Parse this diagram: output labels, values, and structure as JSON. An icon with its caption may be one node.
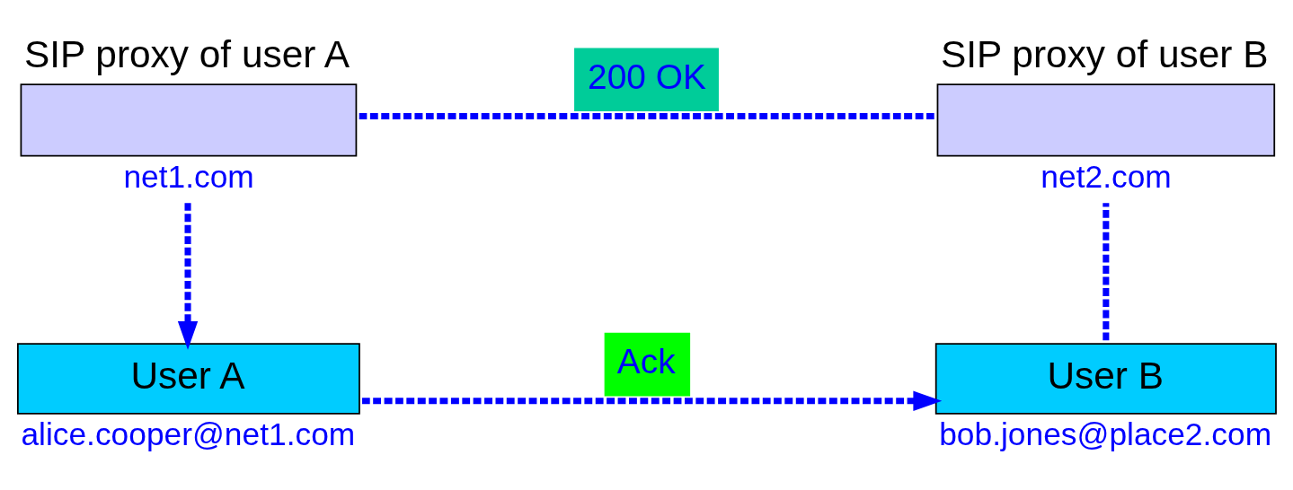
{
  "diagram": {
    "nodes": [
      {
        "text": [
          "SIP proxy of user A"
        ],
        "beside": [
          "net1.com"
        ]
      },
      {
        "text": [
          "SIP proxy of user B"
        ],
        "beside": [
          "net2.com"
        ]
      },
      {
        "text": [
          "User A"
        ],
        "beside": [
          "alice.cooper@net1.com"
        ]
      },
      {
        "text": [
          "User B"
        ],
        "beside": [
          "bob.jones@place2.com"
        ]
      }
    ],
    "edges": [
      {
        "from": 3,
        "to": 1,
        "arrow": "none",
        "style": "dashed"
      },
      {
        "from": 1,
        "to": 0,
        "arrow": "none",
        "style": "dashed",
        "label": "200 OK"
      },
      {
        "from": 0,
        "to": 2,
        "arrow": "to",
        "style": "dashed"
      },
      {
        "from": 2,
        "to": 3,
        "arrow": "to",
        "style": "dashed",
        "label": "Ack"
      }
    ]
  }
}
